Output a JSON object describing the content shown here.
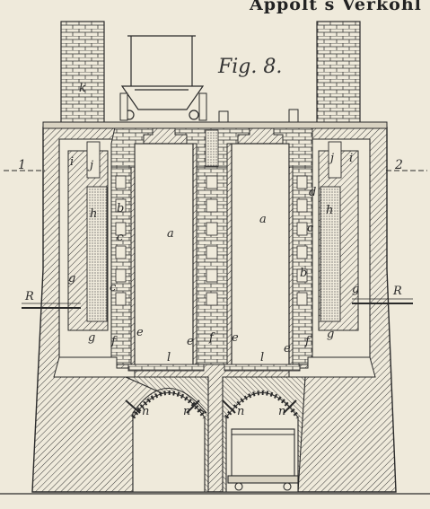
{
  "header": {
    "title": "Appolt s  Verkohl"
  },
  "figure": {
    "label": "Fig. 8."
  },
  "section_marks": {
    "left": "1",
    "right": "2"
  },
  "letters": {
    "a": "a",
    "b": "b",
    "c": "c",
    "d": "d",
    "e": "e",
    "f": "f",
    "g": "g",
    "h": "h",
    "i": "i",
    "j": "j",
    "k": "k",
    "l": "l",
    "n": "n",
    "R": "R"
  }
}
